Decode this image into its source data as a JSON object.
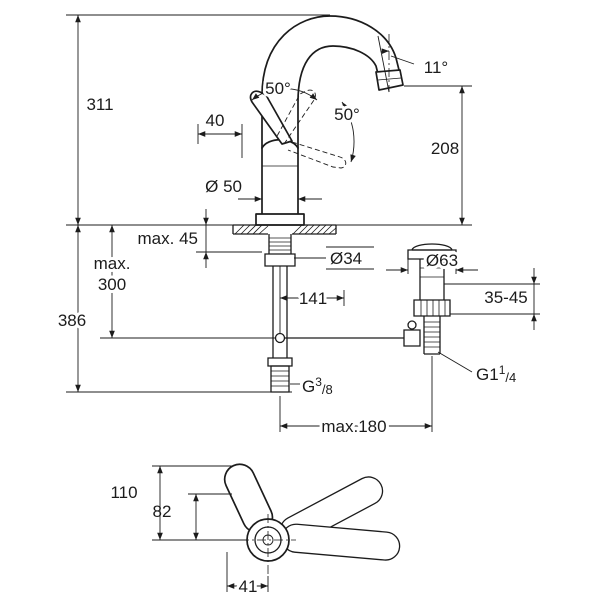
{
  "side_view": {
    "d311": "311",
    "d386": "386",
    "max300_line1": "max.",
    "max300_line2": "300",
    "max45": "max. 45",
    "dia50": "Ø 50",
    "d40": "40",
    "angle50_front": "50°",
    "angle50_side": "50°",
    "angle11": "11°",
    "d208": "208",
    "dia34": "Ø34",
    "dia63": "Ø63",
    "d141": "141",
    "range35_45": "35-45",
    "g38_base": "G",
    "g38_sup": "3",
    "g38_rest": "/8",
    "g114_base": "G1",
    "g114_sup": "1",
    "g114_rest": "/4",
    "max180": "max.180"
  },
  "bottom_view": {
    "d110": "110",
    "d82": "82",
    "d41": "41"
  },
  "colors": {
    "line": "#1c1c1c",
    "background": "#ffffff"
  }
}
